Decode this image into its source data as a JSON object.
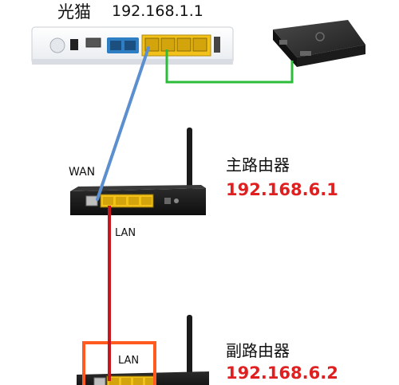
{
  "modem": {
    "label": "光猫",
    "ip": "192.168.1.1"
  },
  "main_router": {
    "title": "主路由器",
    "ip": "192.168.6.1",
    "wan_label": "WAN",
    "lan_label": "LAN"
  },
  "sub_router": {
    "title": "副路由器",
    "ip": "192.168.6.2",
    "lan_label": "LAN"
  },
  "colors": {
    "wan_cable": "#5b8fd0",
    "iptv_cable": "#2bbd3a",
    "lan_cable": "#c8161e",
    "ip_text": "#e02020",
    "highlight_box": "#ff5a1f",
    "port_yellow": "#f2c21a"
  }
}
